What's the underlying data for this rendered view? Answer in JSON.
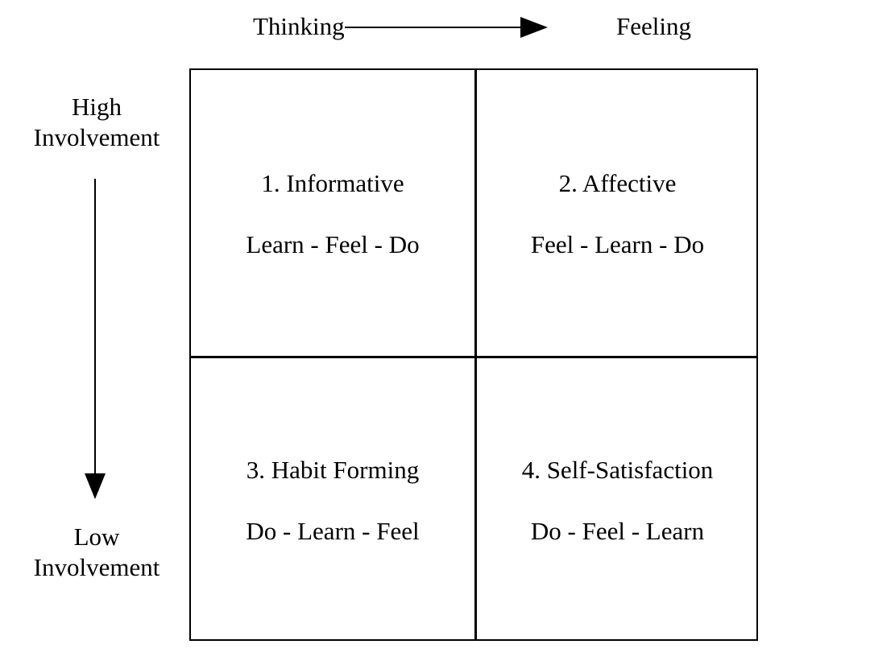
{
  "axes": {
    "horizontal": {
      "start_label": "Thinking",
      "end_label": "Feeling"
    },
    "vertical": {
      "top_label_line1": "High",
      "top_label_line2": "Involvement",
      "bottom_label_line1": "Low",
      "bottom_label_line2": "Involvement"
    }
  },
  "quadrants": [
    {
      "title": "1. Informative",
      "sequence": "Learn - Feel - Do"
    },
    {
      "title": "2. Affective",
      "sequence": "Feel - Learn - Do"
    },
    {
      "title": "3. Habit Forming",
      "sequence": "Do - Learn - Feel"
    },
    {
      "title": "4. Self-Satisfaction",
      "sequence": "Do - Feel - Learn"
    }
  ],
  "colors": {
    "line": "#000000",
    "background": "#ffffff"
  },
  "icons": {
    "horizontal_arrow": "arrow-right-icon",
    "vertical_arrow": "arrow-down-icon"
  }
}
